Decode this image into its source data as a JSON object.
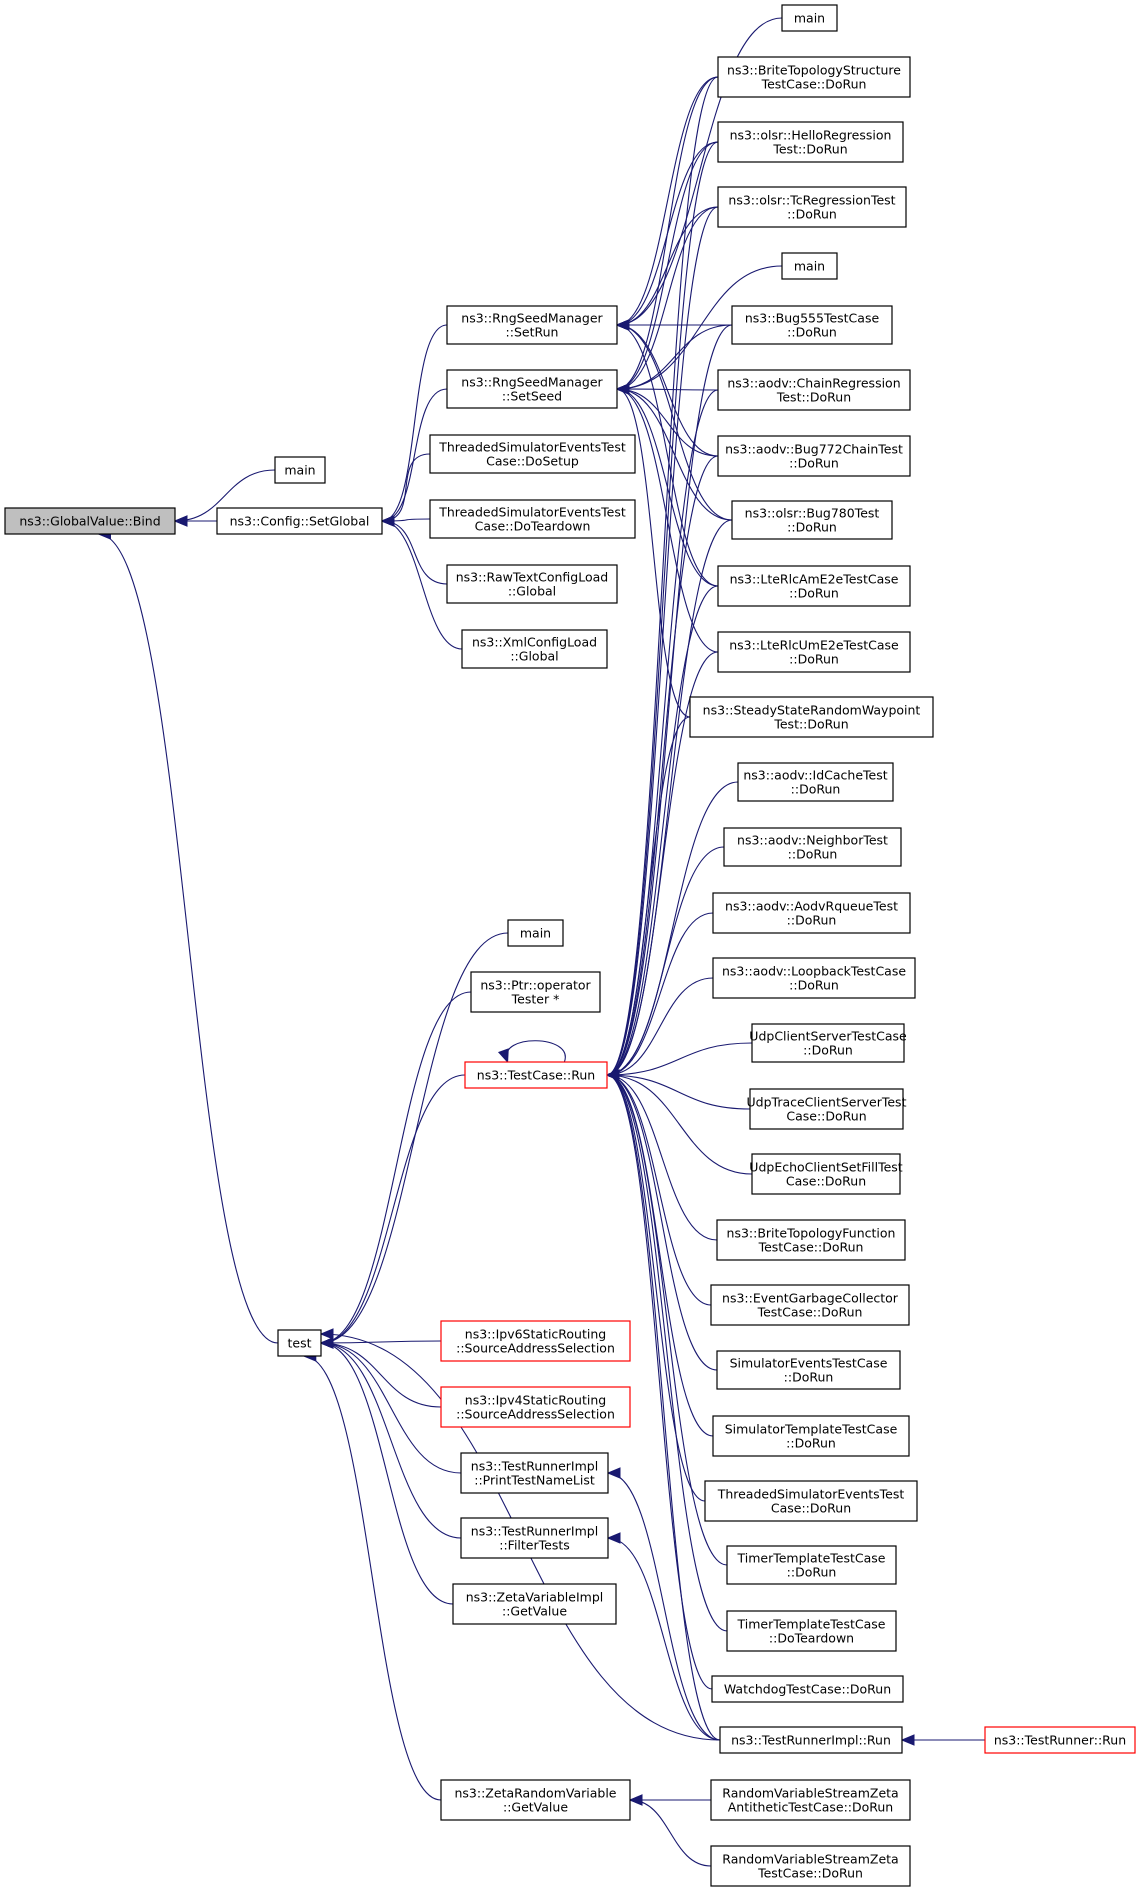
{
  "colors": {
    "edge": "#191970",
    "node_border": "#000000",
    "node_border_truncated": "#ff0000",
    "selected_node_fill": "#bfbfbf",
    "background": "#ffffff"
  },
  "nodes": [
    {
      "id": "bind",
      "lines": [
        "ns3::GlobalValue::Bind"
      ],
      "style": "grey"
    },
    {
      "id": "setglobal",
      "lines": [
        "ns3::Config::SetGlobal"
      ]
    },
    {
      "id": "main_a",
      "lines": [
        "main"
      ]
    },
    {
      "id": "setrun",
      "lines": [
        "ns3::RngSeedManager",
        "::SetRun"
      ]
    },
    {
      "id": "setseed",
      "lines": [
        "ns3::RngSeedManager",
        "::SetSeed"
      ]
    },
    {
      "id": "tset_setup",
      "lines": [
        "ThreadedSimulatorEventsTest",
        "Case::DoSetup"
      ]
    },
    {
      "id": "tset_teardown",
      "lines": [
        "ThreadedSimulatorEventsTest",
        "Case::DoTeardown"
      ]
    },
    {
      "id": "rawtext",
      "lines": [
        "ns3::RawTextConfigLoad",
        "::Global"
      ]
    },
    {
      "id": "xmlconfig",
      "lines": [
        "ns3::XmlConfigLoad",
        "::Global"
      ]
    },
    {
      "id": "main_top",
      "lines": [
        "main"
      ]
    },
    {
      "id": "brite_struct",
      "lines": [
        "ns3::BriteTopologyStructure",
        "TestCase::DoRun"
      ]
    },
    {
      "id": "olsr_hello",
      "lines": [
        "ns3::olsr::HelloRegression",
        "Test::DoRun"
      ]
    },
    {
      "id": "olsr_tc",
      "lines": [
        "ns3::olsr::TcRegressionTest",
        "::DoRun"
      ]
    },
    {
      "id": "main_mid",
      "lines": [
        "main"
      ]
    },
    {
      "id": "bug555",
      "lines": [
        "ns3::Bug555TestCase",
        "::DoRun"
      ]
    },
    {
      "id": "aodv_chain",
      "lines": [
        "ns3::aodv::ChainRegression",
        "Test::DoRun"
      ]
    },
    {
      "id": "aodv_bug772",
      "lines": [
        "ns3::aodv::Bug772ChainTest",
        "::DoRun"
      ]
    },
    {
      "id": "olsr_bug780",
      "lines": [
        "ns3::olsr::Bug780Test",
        "::DoRun"
      ]
    },
    {
      "id": "lte_am",
      "lines": [
        "ns3::LteRlcAmE2eTestCase",
        "::DoRun"
      ]
    },
    {
      "id": "lte_um",
      "lines": [
        "ns3::LteRlcUmE2eTestCase",
        "::DoRun"
      ]
    },
    {
      "id": "steady",
      "lines": [
        "ns3::SteadyStateRandomWaypoint",
        "Test::DoRun"
      ]
    },
    {
      "id": "idcache",
      "lines": [
        "ns3::aodv::IdCacheTest",
        "::DoRun"
      ]
    },
    {
      "id": "neighbor",
      "lines": [
        "ns3::aodv::NeighborTest",
        "::DoRun"
      ]
    },
    {
      "id": "rqueue",
      "lines": [
        "ns3::aodv::AodvRqueueTest",
        "::DoRun"
      ]
    },
    {
      "id": "loopback",
      "lines": [
        "ns3::aodv::LoopbackTestCase",
        "::DoRun"
      ]
    },
    {
      "id": "udp_cs",
      "lines": [
        "UdpClientServerTestCase",
        "::DoRun"
      ]
    },
    {
      "id": "udp_trace",
      "lines": [
        "UdpTraceClientServerTest",
        "Case::DoRun"
      ]
    },
    {
      "id": "udp_echo",
      "lines": [
        "UdpEchoClientSetFillTest",
        "Case::DoRun"
      ]
    },
    {
      "id": "brite_func",
      "lines": [
        "ns3::BriteTopologyFunction",
        "TestCase::DoRun"
      ]
    },
    {
      "id": "event_gc",
      "lines": [
        "ns3::EventGarbageCollector",
        "TestCase::DoRun"
      ]
    },
    {
      "id": "sim_events",
      "lines": [
        "SimulatorEventsTestCase",
        "::DoRun"
      ]
    },
    {
      "id": "sim_template",
      "lines": [
        "SimulatorTemplateTestCase",
        "::DoRun"
      ]
    },
    {
      "id": "tset_dorun",
      "lines": [
        "ThreadedSimulatorEventsTest",
        "Case::DoRun"
      ]
    },
    {
      "id": "timer_run",
      "lines": [
        "TimerTemplateTestCase",
        "::DoRun"
      ]
    },
    {
      "id": "timer_teardown",
      "lines": [
        "TimerTemplateTestCase",
        "::DoTeardown"
      ]
    },
    {
      "id": "watchdog",
      "lines": [
        "WatchdogTestCase::DoRun"
      ]
    },
    {
      "id": "trimpl_run",
      "lines": [
        "ns3::TestRunnerImpl::Run"
      ]
    },
    {
      "id": "testrunner_run",
      "lines": [
        "ns3::TestRunner::Run"
      ],
      "style": "red"
    },
    {
      "id": "testcase_run",
      "lines": [
        "ns3::TestCase::Run"
      ],
      "style": "red"
    },
    {
      "id": "main_low",
      "lines": [
        "main"
      ]
    },
    {
      "id": "ptr_tester",
      "lines": [
        "ns3::Ptr::operator",
        "Tester *"
      ]
    },
    {
      "id": "test",
      "lines": [
        "test"
      ]
    },
    {
      "id": "ipv6",
      "lines": [
        "ns3::Ipv6StaticRouting",
        "::SourceAddressSelection"
      ],
      "style": "red"
    },
    {
      "id": "ipv4",
      "lines": [
        "ns3::Ipv4StaticRouting",
        "::SourceAddressSelection"
      ],
      "style": "red"
    },
    {
      "id": "print_names",
      "lines": [
        "ns3::TestRunnerImpl",
        "::PrintTestNameList"
      ]
    },
    {
      "id": "filter_tests",
      "lines": [
        "ns3::TestRunnerImpl",
        "::FilterTests"
      ]
    },
    {
      "id": "zeta_var",
      "lines": [
        "ns3::ZetaVariableImpl",
        "::GetValue"
      ]
    },
    {
      "id": "zeta_rand",
      "lines": [
        "ns3::ZetaRandomVariable",
        "::GetValue"
      ]
    },
    {
      "id": "rvs_anti",
      "lines": [
        "RandomVariableStreamZeta",
        "AntitheticTestCase::DoRun"
      ]
    },
    {
      "id": "rvs_zeta",
      "lines": [
        "RandomVariableStreamZeta",
        "TestCase::DoRun"
      ]
    }
  ],
  "edges": [
    [
      "setglobal",
      "bind"
    ],
    [
      "main_a",
      "bind"
    ],
    [
      "test",
      "bind"
    ],
    [
      "setrun",
      "setglobal"
    ],
    [
      "setseed",
      "setglobal"
    ],
    [
      "tset_setup",
      "setglobal"
    ],
    [
      "tset_teardown",
      "setglobal"
    ],
    [
      "rawtext",
      "setglobal"
    ],
    [
      "xmlconfig",
      "setglobal"
    ],
    [
      "main_top",
      "setrun"
    ],
    [
      "brite_struct",
      "setrun"
    ],
    [
      "olsr_hello",
      "setrun"
    ],
    [
      "olsr_tc",
      "setrun"
    ],
    [
      "bug555",
      "setrun"
    ],
    [
      "aodv_bug772",
      "setrun"
    ],
    [
      "olsr_bug780",
      "setrun"
    ],
    [
      "lte_am",
      "setrun"
    ],
    [
      "olsr_hello",
      "setseed"
    ],
    [
      "olsr_tc",
      "setseed"
    ],
    [
      "main_mid",
      "setseed"
    ],
    [
      "bug555",
      "setseed"
    ],
    [
      "aodv_chain",
      "setseed"
    ],
    [
      "aodv_bug772",
      "setseed"
    ],
    [
      "olsr_bug780",
      "setseed"
    ],
    [
      "lte_am",
      "setseed"
    ],
    [
      "lte_um",
      "setseed"
    ],
    [
      "steady",
      "setseed"
    ],
    [
      "brite_struct",
      "setseed"
    ],
    [
      "testcase_run",
      "testcase_run"
    ],
    [
      "brite_struct",
      "testcase_run"
    ],
    [
      "olsr_hello",
      "testcase_run"
    ],
    [
      "olsr_tc",
      "testcase_run"
    ],
    [
      "bug555",
      "testcase_run"
    ],
    [
      "aodv_chain",
      "testcase_run"
    ],
    [
      "aodv_bug772",
      "testcase_run"
    ],
    [
      "olsr_bug780",
      "testcase_run"
    ],
    [
      "lte_am",
      "testcase_run"
    ],
    [
      "lte_um",
      "testcase_run"
    ],
    [
      "steady",
      "testcase_run"
    ],
    [
      "idcache",
      "testcase_run"
    ],
    [
      "neighbor",
      "testcase_run"
    ],
    [
      "rqueue",
      "testcase_run"
    ],
    [
      "loopback",
      "testcase_run"
    ],
    [
      "udp_cs",
      "testcase_run"
    ],
    [
      "udp_trace",
      "testcase_run"
    ],
    [
      "udp_echo",
      "testcase_run"
    ],
    [
      "brite_func",
      "testcase_run"
    ],
    [
      "event_gc",
      "testcase_run"
    ],
    [
      "sim_events",
      "testcase_run"
    ],
    [
      "sim_template",
      "testcase_run"
    ],
    [
      "tset_dorun",
      "testcase_run"
    ],
    [
      "timer_run",
      "testcase_run"
    ],
    [
      "timer_teardown",
      "testcase_run"
    ],
    [
      "watchdog",
      "testcase_run"
    ],
    [
      "trimpl_run",
      "testcase_run"
    ],
    [
      "testrunner_run",
      "trimpl_run"
    ],
    [
      "main_low",
      "test"
    ],
    [
      "ptr_tester",
      "test"
    ],
    [
      "testcase_run",
      "test"
    ],
    [
      "ipv6",
      "test"
    ],
    [
      "ipv4",
      "test"
    ],
    [
      "print_names",
      "test"
    ],
    [
      "filter_tests",
      "test"
    ],
    [
      "zeta_var",
      "test"
    ],
    [
      "zeta_rand",
      "test"
    ],
    [
      "trimpl_run",
      "test"
    ],
    [
      "trimpl_run",
      "print_names"
    ],
    [
      "trimpl_run",
      "filter_tests"
    ],
    [
      "rvs_anti",
      "zeta_rand"
    ],
    [
      "rvs_zeta",
      "zeta_rand"
    ]
  ]
}
